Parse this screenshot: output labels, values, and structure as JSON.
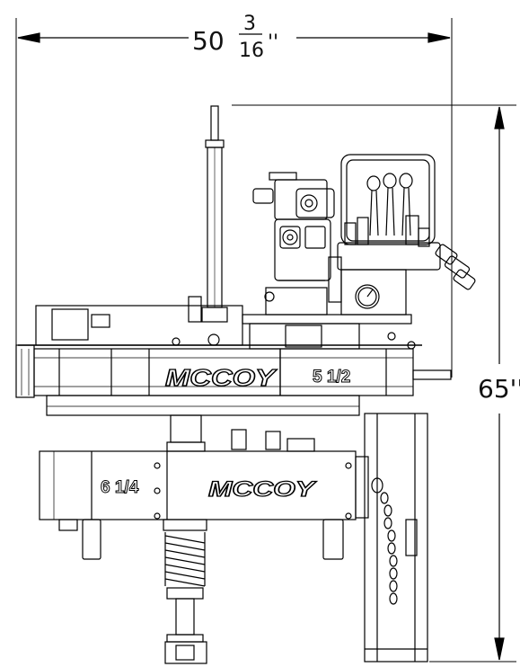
{
  "dimensions": {
    "width_whole": "50",
    "width_num": "3",
    "width_den": "16",
    "width_unit": "''",
    "height": "65''"
  },
  "labels": {
    "brand_upper": "MCCOY",
    "brand_lower": "MCCOY",
    "tong_size": "5 1/2",
    "backup_size": "6 1/4"
  }
}
